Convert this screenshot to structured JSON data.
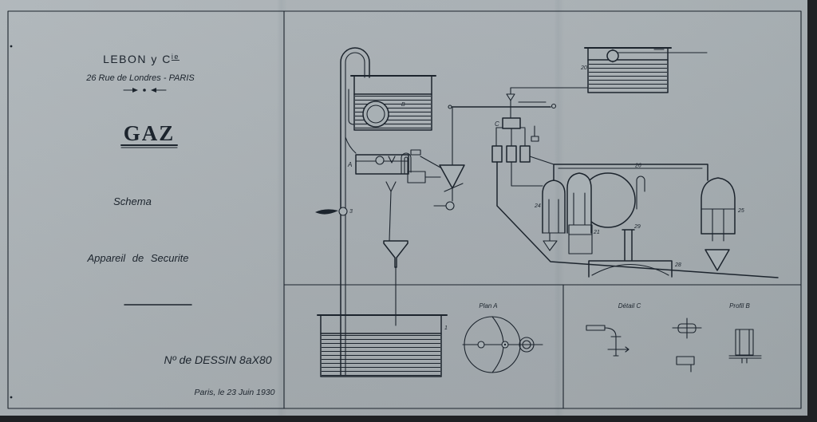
{
  "title_block": {
    "company": "LEBON y C",
    "company_suffix": "ie",
    "address": "26 Rue de Londres - PARIS",
    "product": "GAZ",
    "subtitle": "Schema",
    "device": "Appareil de Securite",
    "drawing_number": "Nº de DESSIN 8aX80",
    "date": "Paris, le 23 Juin 1930"
  },
  "views": {
    "plan": "Plan A",
    "detail": "Détail C",
    "profile": "Profil B"
  },
  "callouts": {
    "a": "A",
    "b": "B",
    "c": "C",
    "n1": "1",
    "n3": "3",
    "n20": "20",
    "n21": "21",
    "n24": "24",
    "n25": "25",
    "n26": "26",
    "n28": "28",
    "n29": "29"
  },
  "colors": {
    "paper": "#a8b0b4",
    "ink": "#1c242d"
  }
}
